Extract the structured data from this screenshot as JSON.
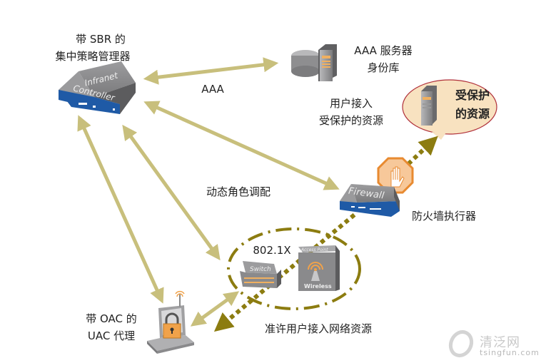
{
  "colors": {
    "arrow_solid": "#c8bf7c",
    "arrow_dotted": "#8c7c10",
    "dashdot_ring": "#8c7c10",
    "protected_bubble_fill": "#f8e2c0",
    "protected_bubble_stroke": "#b0303a",
    "device_blue": "#1f5aa6",
    "device_grey": "#8a8a8c",
    "lock_orange": "#f0a24a"
  },
  "nodes": {
    "controller": {
      "label_line1": "带 SBR 的",
      "label_line2": "集中策略管理器",
      "device_text_line1": "Infranet",
      "device_text_line2": "Controller"
    },
    "aaa_server": {
      "label_line1": "AAA 服务器",
      "label_line2": "身份库"
    },
    "protected_resource": {
      "label_line1": "受保护",
      "label_line2": "的资源"
    },
    "firewall": {
      "device_text": "Firewall",
      "label": "防火墙执行器"
    },
    "switch": {
      "device_text": "Switch"
    },
    "access_point": {
      "device_text_top": "Access Point",
      "device_text_bottom": "Wireless"
    },
    "agent": {
      "label_line1": "带 OAC 的",
      "label_line2": "UAC 代理"
    }
  },
  "edges": {
    "aaa": "AAA",
    "user_access_line1": "用户接入",
    "user_access_line2": "受保护的资源",
    "dynamic_role": "动态角色调配",
    "dot1x": "802.1X",
    "network_access": "准许用户接入网络资源"
  },
  "watermark": {
    "cn": "清泛网",
    "en": "tsingfun.com"
  }
}
